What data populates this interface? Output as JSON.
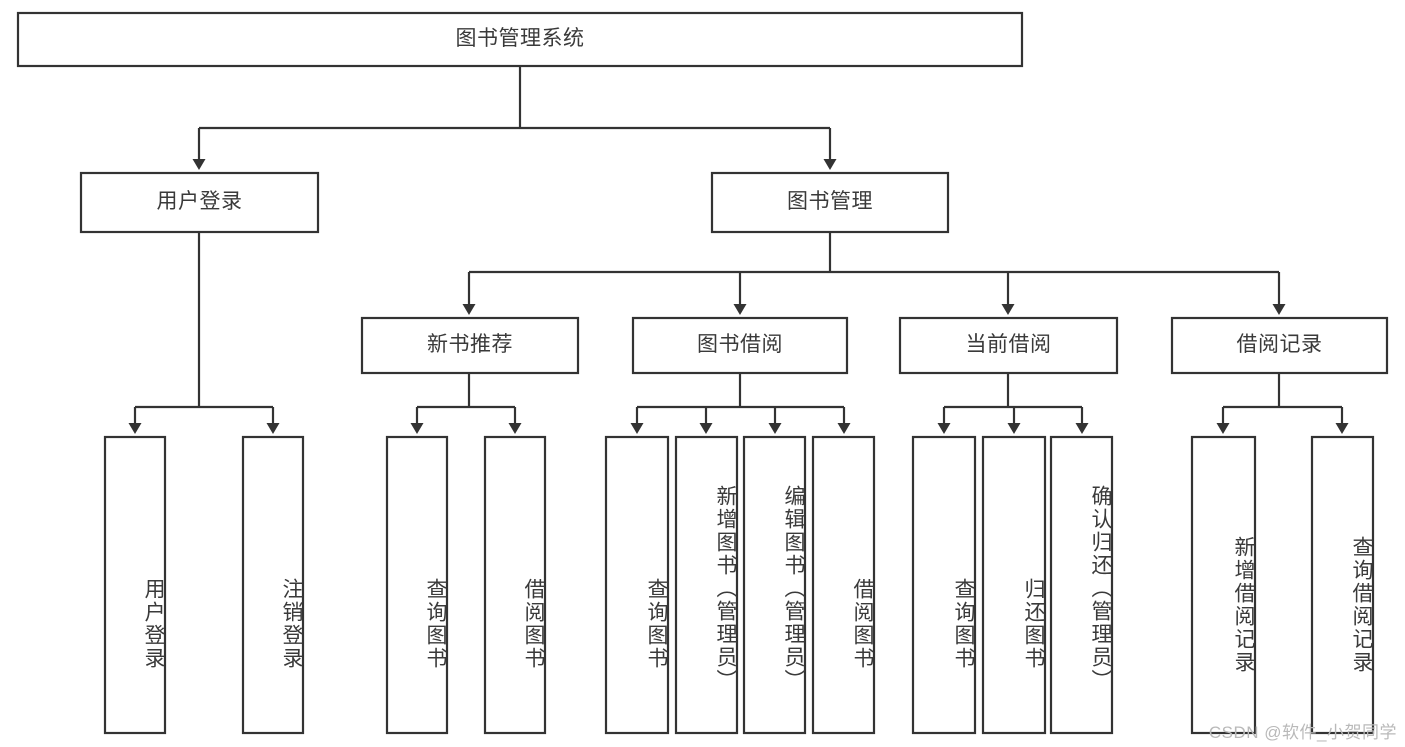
{
  "diagram": {
    "title": "图书管理系统",
    "type": "hierarchy-tree",
    "watermark": "CSDN @软件_小贺同学",
    "colors": {
      "stroke": "#333333",
      "fill": "#ffffff",
      "text": "#3a3a3a",
      "watermark": "#b9b9b9"
    },
    "levels": {
      "root": {
        "label": "图书管理系统"
      },
      "level1": [
        {
          "label": "用户登录"
        },
        {
          "label": "图书管理"
        }
      ],
      "level2": [
        {
          "label": "新书推荐"
        },
        {
          "label": "图书借阅"
        },
        {
          "label": "当前借阅"
        },
        {
          "label": "借阅记录"
        }
      ],
      "level3": [
        {
          "label": "用户登录",
          "parent": "用户登录"
        },
        {
          "label": "注销登录",
          "parent": "用户登录"
        },
        {
          "label": "查询图书",
          "parent": "新书推荐"
        },
        {
          "label": "借阅图书",
          "parent": "新书推荐"
        },
        {
          "label": "查询图书",
          "parent": "图书借阅"
        },
        {
          "label": "新增图书（管理员）",
          "parent": "图书借阅"
        },
        {
          "label": "编辑图书（管理员）",
          "parent": "图书借阅"
        },
        {
          "label": "借阅图书",
          "parent": "图书借阅"
        },
        {
          "label": "查询图书",
          "parent": "当前借阅"
        },
        {
          "label": "归还图书",
          "parent": "当前借阅"
        },
        {
          "label": "确认归还（管理员）",
          "parent": "当前借阅"
        },
        {
          "label": "新增借阅记录",
          "parent": "借阅记录"
        },
        {
          "label": "查询借阅记录",
          "parent": "借阅记录"
        }
      ]
    }
  }
}
